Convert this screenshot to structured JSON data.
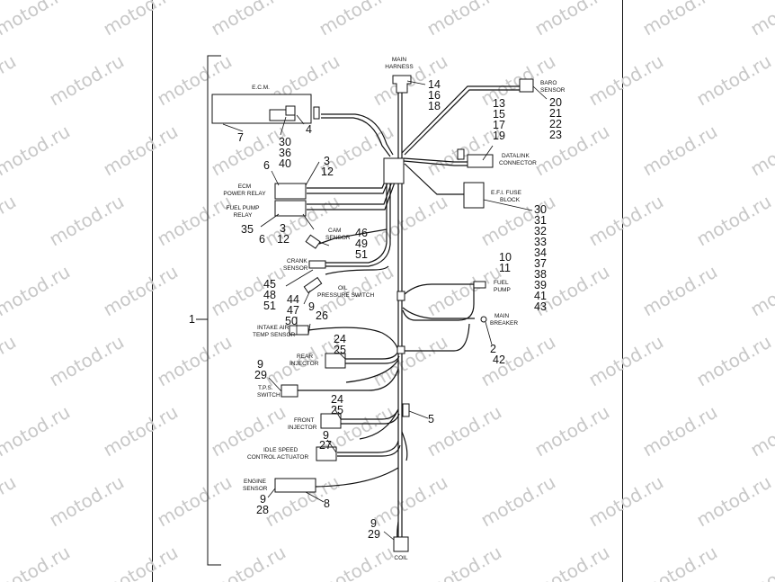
{
  "diagram": {
    "components": {
      "ecm": "E.C.M.",
      "main_harness": [
        "MAIN",
        "HARNESS"
      ],
      "baro_sensor": [
        "BARO",
        "SENSOR"
      ],
      "datalink_connector": [
        "DATALINK",
        "CONNECTOR"
      ],
      "efi_fuse_block": [
        "E.F.I. FUSE",
        "BLOCK"
      ],
      "ecm_power_relay": [
        "ECM",
        "POWER RELAY"
      ],
      "fuel_pump_relay": [
        "FUEL PUMP",
        "RELAY"
      ],
      "cam_sensor": [
        "CAM",
        "SENSOR"
      ],
      "crank_sensor": [
        "CRANK",
        "SENSOR"
      ],
      "oil_pressure_switch": [
        "OIL",
        "PRESSURE SWITCH"
      ],
      "fuel_pump": [
        "FUEL",
        "PUMP"
      ],
      "main_breaker": [
        "MAIN",
        "BREAKER"
      ],
      "intake_air_temp_sensor": [
        "INTAKE AIR",
        "TEMP SENSOR"
      ],
      "rear_injector": [
        "REAR",
        "INJECTOR"
      ],
      "tps_switch": [
        "T.P.S.",
        "SWITCH"
      ],
      "front_injector": [
        "FRONT",
        "INJECTOR"
      ],
      "idle_speed_control_actuator": [
        "IDLE SPEED",
        "CONTROL ACTUATOR"
      ],
      "engine_sensor": [
        "ENGINE",
        "SENSOR"
      ],
      "coil": "COIL"
    },
    "callouts": {
      "c1": "1",
      "c7": "7",
      "c4": "4",
      "ecm_parts": [
        "30",
        "36",
        "40"
      ],
      "harness_parts": [
        "14",
        "16",
        "18"
      ],
      "baro_parts": [
        "20",
        "21",
        "22",
        "23"
      ],
      "datalink_parts": [
        "13",
        "15",
        "17",
        "19"
      ],
      "fuse_parts": [
        "30",
        "31",
        "32",
        "33",
        "34",
        "37",
        "38",
        "39",
        "41",
        "43"
      ],
      "relay_top_left": "6",
      "relay_top_right": [
        "3",
        "12"
      ],
      "relay_bottom_left": [
        "35",
        "6"
      ],
      "relay_bottom_right": [
        "3",
        "12"
      ],
      "cam_parts": [
        "46",
        "49",
        "51"
      ],
      "crank_parts": [
        "45",
        "48",
        "51"
      ],
      "oil_parts": [
        "44",
        "47"
      ],
      "iat_parts_top": [
        "9",
        "26"
      ],
      "iat_parts_left": "50",
      "fuel_pump_parts": [
        "10",
        "11"
      ],
      "breaker_parts": [
        "2",
        "42"
      ],
      "rear_inj_parts": [
        "24",
        "25"
      ],
      "tps_parts": [
        "9",
        "29"
      ],
      "c5": "5",
      "front_inj_parts": [
        "24",
        "25"
      ],
      "isc_parts": [
        "9",
        "27"
      ],
      "c8": "8",
      "engine_sensor_parts": [
        "9",
        "28"
      ],
      "coil_parts": [
        "9",
        "29"
      ]
    },
    "watermark": "motod.ru"
  }
}
